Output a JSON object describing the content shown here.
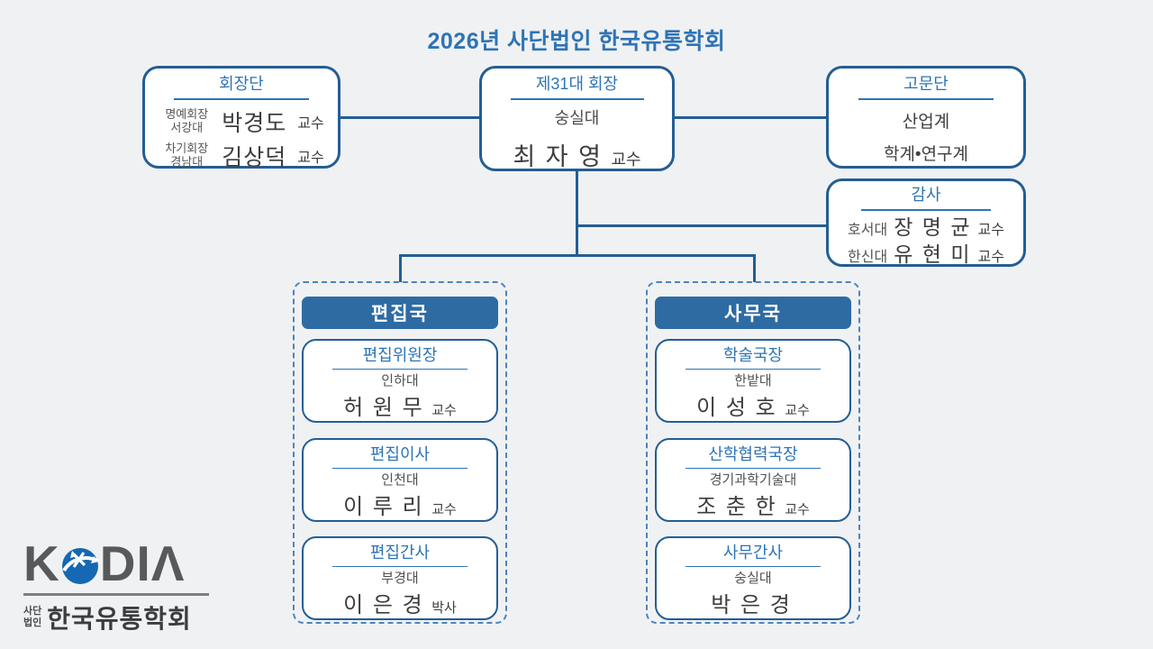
{
  "title": "2026년 사단법인 한국유통학회",
  "colors": {
    "accent_blue": "#2e74b5",
    "border_blue": "#235e94",
    "group_header_bg": "#2e6ba3",
    "dashed_border": "#4d83bd",
    "background": "#f0f1f2"
  },
  "boxes": {
    "leadership": {
      "title": "회장단",
      "rows": [
        {
          "role": "명예회장",
          "org": "서강대",
          "name": "박경도",
          "suffix": "교수"
        },
        {
          "role": "차기회장",
          "org": "경남대",
          "name": "김상덕",
          "suffix": "교수"
        }
      ]
    },
    "president": {
      "title": "제31대 회장",
      "org": "숭실대",
      "name": "최 자 영",
      "suffix": "교수"
    },
    "advisors": {
      "title": "고문단",
      "lines": [
        "산업계",
        "학계•연구계"
      ]
    },
    "auditors": {
      "title": "감사",
      "rows": [
        {
          "org": "호서대",
          "name": "장 명 균",
          "suffix": "교수"
        },
        {
          "org": "한신대",
          "name": "유 현 미",
          "suffix": "교수"
        }
      ]
    }
  },
  "groups": [
    {
      "header": "편집국",
      "members": [
        {
          "title": "편집위원장",
          "org": "인하대",
          "name": "허 원 무",
          "suffix": "교수"
        },
        {
          "title": "편집이사",
          "org": "인천대",
          "name": "이 루 리",
          "suffix": "교수"
        },
        {
          "title": "편집간사",
          "org": "부경대",
          "name": "이 은 경",
          "suffix": "박사"
        }
      ]
    },
    {
      "header": "사무국",
      "members": [
        {
          "title": "학술국장",
          "org": "한밭대",
          "name": "이 성 호",
          "suffix": "교수"
        },
        {
          "title": "산학협력국장",
          "org": "경기과학기술대",
          "name": "조 춘 한",
          "suffix": "교수"
        },
        {
          "title": "사무간사",
          "org": "숭실대",
          "name": "박 은 경",
          "suffix": ""
        }
      ]
    }
  ],
  "logo": {
    "k": "K",
    "dia": "DIΛ",
    "small_top": "사단",
    "small_bottom": "법인",
    "name": "한국유통학회"
  }
}
